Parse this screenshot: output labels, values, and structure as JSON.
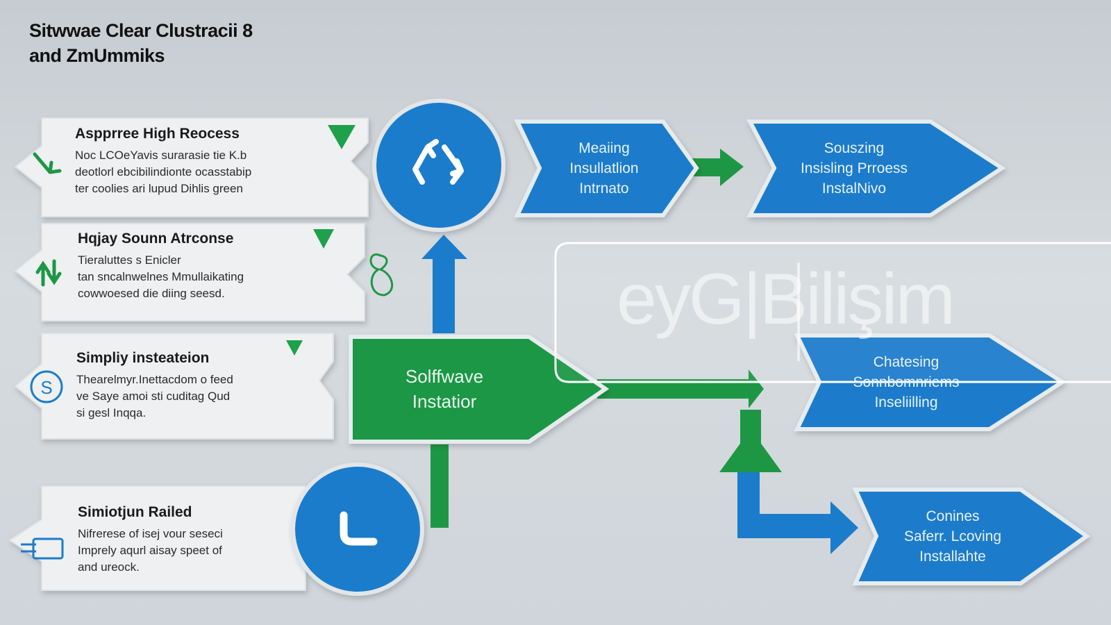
{
  "title": [
    "Sitwwae Clear Clustracii 8",
    "and ZmUmmiks"
  ],
  "cards": [
    {
      "title": "Aspprree High Reocess",
      "lines": [
        "Noc LCOeYavis surarasie tie K.b",
        "deotlorl ebcibilindionte ocasstabip",
        "ter coolies ari lupud Dihlis green"
      ],
      "icon": "green-check-arrow-icon"
    },
    {
      "title": "Hqjay Sounn Atrconse",
      "lines": [
        "Tieraluttes s Enicler",
        "tan sncalnwelnes Mmullaikating",
        "cowwoesed die diing seesd."
      ],
      "icon": "green-up-down-arrows-icon"
    },
    {
      "title": "Simpliy insteateion",
      "lines": [
        "Thearelmyr.Inettacdom o feed",
        "ve Saye amoi sti cuditag Qud",
        "si gesl Inqqa."
      ],
      "icon": "blue-s-circle-icon"
    },
    {
      "title": "Simiotjun Railed",
      "lines": [
        "Nifrerese of isej vour seseci",
        "Imprely aqurl aisay speet of",
        "and ureock."
      ],
      "icon": "blue-device-icon"
    }
  ],
  "boxes": {
    "meaing": [
      "Meaiing",
      "Insullatlion",
      "Intrnato"
    ],
    "souzing": [
      "Souszing",
      "Insisling Prroess",
      "InstalNivo"
    ],
    "main": [
      "Solffwave",
      "Instatior"
    ],
    "chatesing": [
      "Chatesing",
      "Sonnbomnriems",
      "Inseliilling"
    ],
    "conines": [
      "Conines",
      "Saferr. Lcoving",
      "Installahte"
    ]
  },
  "watermark": "eyG|Bilişim",
  "colors": {
    "blue": "#1b7ccb",
    "green": "#1e9745",
    "card": "#eef0f2",
    "marker": "#1fa04b"
  }
}
